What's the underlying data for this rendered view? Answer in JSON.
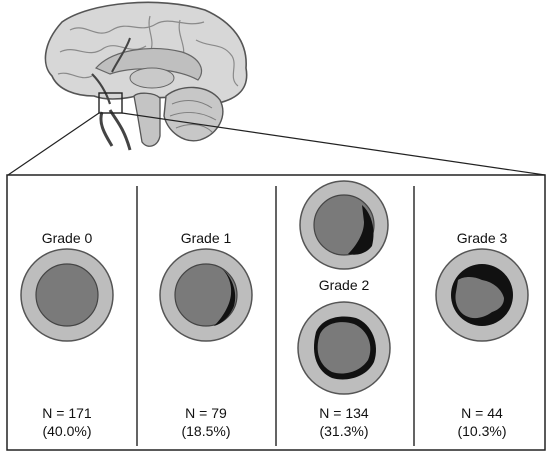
{
  "panels": [
    {
      "grade": "Grade 0",
      "n": "N = 171",
      "pct": "(40.0%)"
    },
    {
      "grade": "Grade 1",
      "n": "N = 79",
      "pct": "(18.5%)"
    },
    {
      "grade": "Grade 2",
      "n": "N = 134",
      "pct": "(31.3%)"
    },
    {
      "grade": "Grade 3",
      "n": "N = 44",
      "pct": "(10.3%)"
    }
  ],
  "colors": {
    "outer_ring": "#bdbdbd",
    "ring_edge": "#555555",
    "lumen": "#7a7a7a",
    "lesion": "#111111",
    "brain_gray": "#d7d7d7",
    "brain_line": "#555555"
  },
  "icons": [
    "brain-illustration",
    "vessel-cross-section-icon"
  ]
}
